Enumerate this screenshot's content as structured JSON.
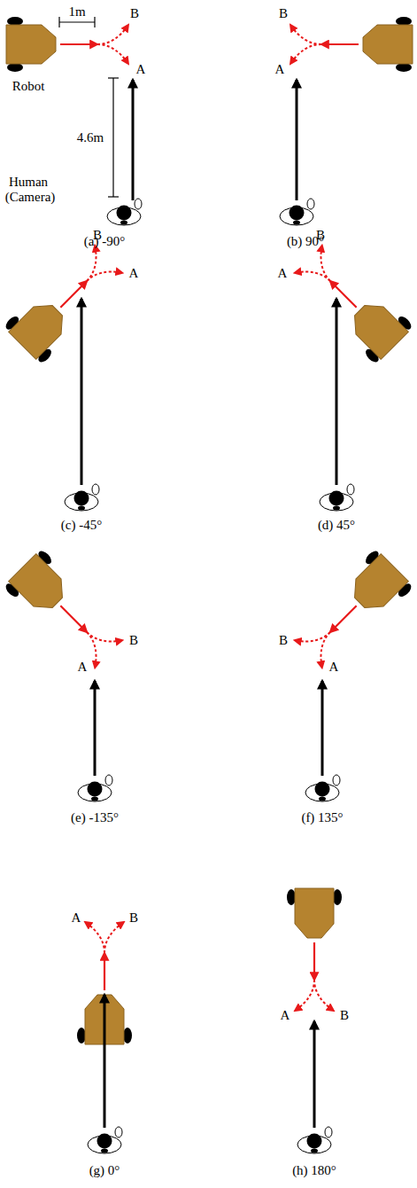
{
  "diagram": {
    "labels": [
      "1m",
      "B",
      "A",
      "Robot",
      "4.6m",
      "Human",
      "(Camera)",
      "(a) -90°",
      "B",
      "A",
      "(b) 90°",
      "B",
      "A",
      "(c) -45°",
      "B",
      "A",
      "(d) 45°",
      "B",
      "A",
      "(e) -135°",
      "B",
      "A",
      "(f) 135°",
      "A",
      "B",
      "(g) 0°",
      "A",
      "B",
      "(h) 180°"
    ]
  }
}
